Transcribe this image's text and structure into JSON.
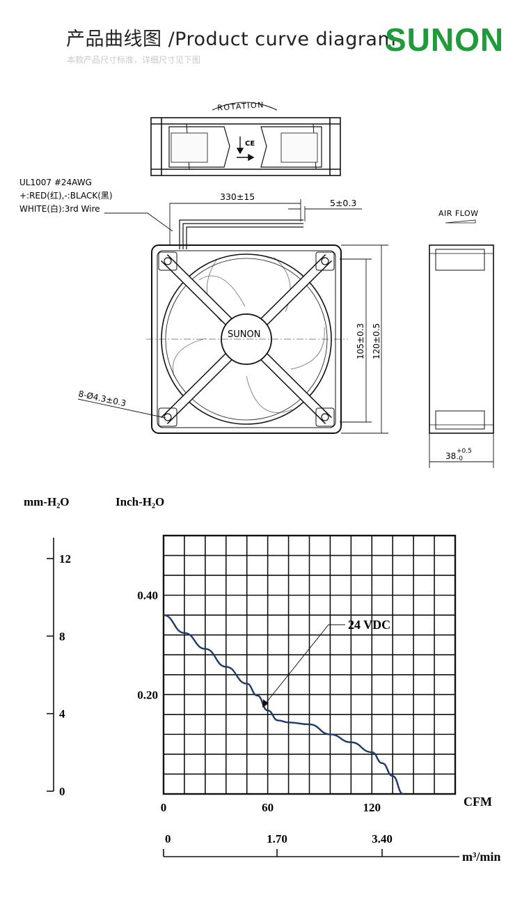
{
  "header": {
    "title": "产品曲线图 /Product curve diagram",
    "subtitle": "本款产品尺寸标准，详细尺寸见下图",
    "brand": "SUNON",
    "brand_color": "#1f9b3a"
  },
  "drawing": {
    "rotation_label": "ROTATION",
    "wire_spec": [
      "UL1007  #24AWG",
      "+:RED(红),-:BLACK(黑)",
      "WHITE(白):3rd  Wire"
    ],
    "lead_length": "330±15",
    "lead_gap": "5±0.3",
    "airflow_label": "AIR FLOW",
    "hub_label": "SUNON",
    "hole_spacing": "105±0.3",
    "frame_size": "120±0.5",
    "hole_spec": "8-Ø4.3±0.3",
    "depth_main": "38",
    "depth_tol_plus": "+0.5",
    "depth_tol_minus": "-0",
    "ce_mark": "CE"
  },
  "chart_data": {
    "type": "line",
    "y_left_label": "mm-H₂O",
    "y_right_label": "Inch-H₂O",
    "y_mm_ticks": [
      "0",
      "4",
      "8",
      "12"
    ],
    "y_mm_range": [
      0,
      12
    ],
    "y_inch_ticks": [
      "0.20",
      "0.40"
    ],
    "y_inch_range": [
      0,
      0.52
    ],
    "x_cfm_ticks": [
      "0",
      "60",
      "120"
    ],
    "x_cfm_label": "CFM",
    "x_cfm_range": [
      0,
      168
    ],
    "x_m3_ticks": [
      "0",
      "1.70",
      "3.40"
    ],
    "x_m3_label": "m³/min",
    "grid": true,
    "grid_cols": 14,
    "grid_rows": 13,
    "series": [
      {
        "name": "24 VDC",
        "color": "#1b3a6b",
        "x": [
          0,
          12,
          24,
          36,
          48,
          54,
          60,
          66,
          72,
          84,
          96,
          108,
          120,
          126,
          132,
          138
        ],
        "y": [
          0.36,
          0.324,
          0.292,
          0.256,
          0.222,
          0.198,
          0.168,
          0.148,
          0.144,
          0.14,
          0.12,
          0.104,
          0.084,
          0.062,
          0.036,
          0.0
        ]
      }
    ]
  }
}
